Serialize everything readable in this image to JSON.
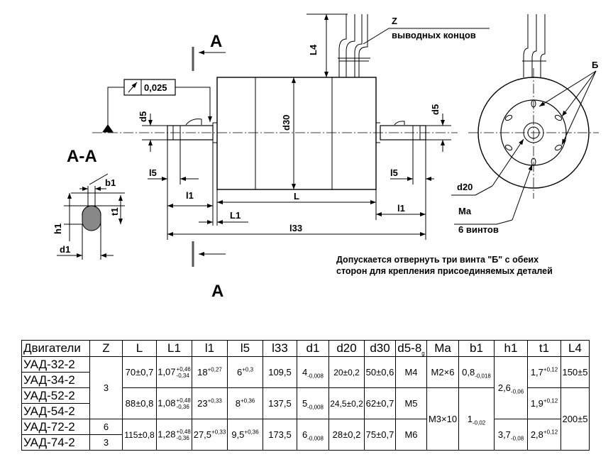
{
  "drawing": {
    "section_mark_top": "А",
    "section_mark_bottom": "А",
    "section_title": "А-А",
    "tolerance_value": "0,025",
    "dimension_labels": {
      "L4": "L4",
      "d5_left": "d5",
      "d5_right": "d5",
      "d30": "d30",
      "l5_left": "l5",
      "l5_right": "l5",
      "l1_left": "l1",
      "l1_right": "l1",
      "L": "L",
      "L1": "L1",
      "l33": "l33",
      "d20": "d20",
      "b1": "b1",
      "h1": "h1",
      "t1": "t1",
      "d1": "d1"
    },
    "callouts": {
      "z_label": "Z",
      "z_text": "выводных концов",
      "b_label": "Б",
      "ma_label": "Ma",
      "ma_text": "6 винтов"
    },
    "note_lines": [
      "Допускается отвернуть три винта \"Б\" с обеих",
      "сторон для крепления присоединяемых деталей"
    ]
  },
  "table": {
    "headers": [
      "Двигатели",
      "Z",
      "L",
      "L1",
      "l1",
      "l5",
      "l33",
      "d1",
      "d20",
      "d30",
      "d5-8",
      "Ma",
      "b1",
      "h1",
      "t1",
      "L4"
    ],
    "d5_sub": "g",
    "motors": [
      "УАД-32-2",
      "УАД-34-2",
      "УАД-52-2",
      "УАД-54-2",
      "УАД-72-2",
      "УАД-74-2"
    ],
    "z": {
      "group_1_4": "3",
      "row_5": "6",
      "row_6": "3"
    },
    "L": [
      "70±0,7",
      "88±0,8",
      "115±0,8"
    ],
    "L1": [
      {
        "base": "1,07",
        "upper": "+0,46",
        "lower": "-0,34"
      },
      {
        "base": "1,08",
        "upper": "+0,48",
        "lower": "-0,36"
      },
      {
        "base": "1,28",
        "upper": "+0,48",
        "lower": "-0,36"
      }
    ],
    "l1": [
      {
        "base": "18",
        "upper": "+0,27"
      },
      {
        "base": "23",
        "upper": "+0,33"
      },
      {
        "base": "27,5",
        "upper": "+0,33"
      }
    ],
    "l5": [
      {
        "base": "6",
        "upper": "+0,3"
      },
      {
        "base": "8",
        "upper": "+0,36"
      },
      {
        "base": "9,5",
        "upper": "+0,36"
      }
    ],
    "l33": [
      "109,5",
      "137,5",
      "173,5"
    ],
    "d1": [
      {
        "base": "4",
        "lower": "-0,008"
      },
      {
        "base": "5",
        "lower": "-0,008"
      },
      {
        "base": "6",
        "lower": "-0,008"
      }
    ],
    "d20": [
      "20±0,2",
      "24,5±0,2",
      "28±0,2"
    ],
    "d30": [
      "50±0,6",
      "62±0,7",
      "75±0,7"
    ],
    "d5": [
      "M4",
      "M5",
      "M6"
    ],
    "Ma": [
      "M2×6",
      "M3×10"
    ],
    "b1": [
      {
        "base": "0,8",
        "lower": "-0,018"
      },
      {
        "base": "1",
        "lower": "-0,02"
      }
    ],
    "h1": [
      {
        "base": "2,6",
        "lower": "-0,06"
      },
      {
        "base": "3,7",
        "lower": "-0,08"
      }
    ],
    "t1": [
      {
        "base": "1,7",
        "upper": "+0,12"
      },
      {
        "base": "1,9",
        "upper": "+0,12"
      },
      {
        "base": "2,8",
        "upper": "+0,12"
      }
    ],
    "L4": [
      "150±5",
      "200±5"
    ]
  }
}
